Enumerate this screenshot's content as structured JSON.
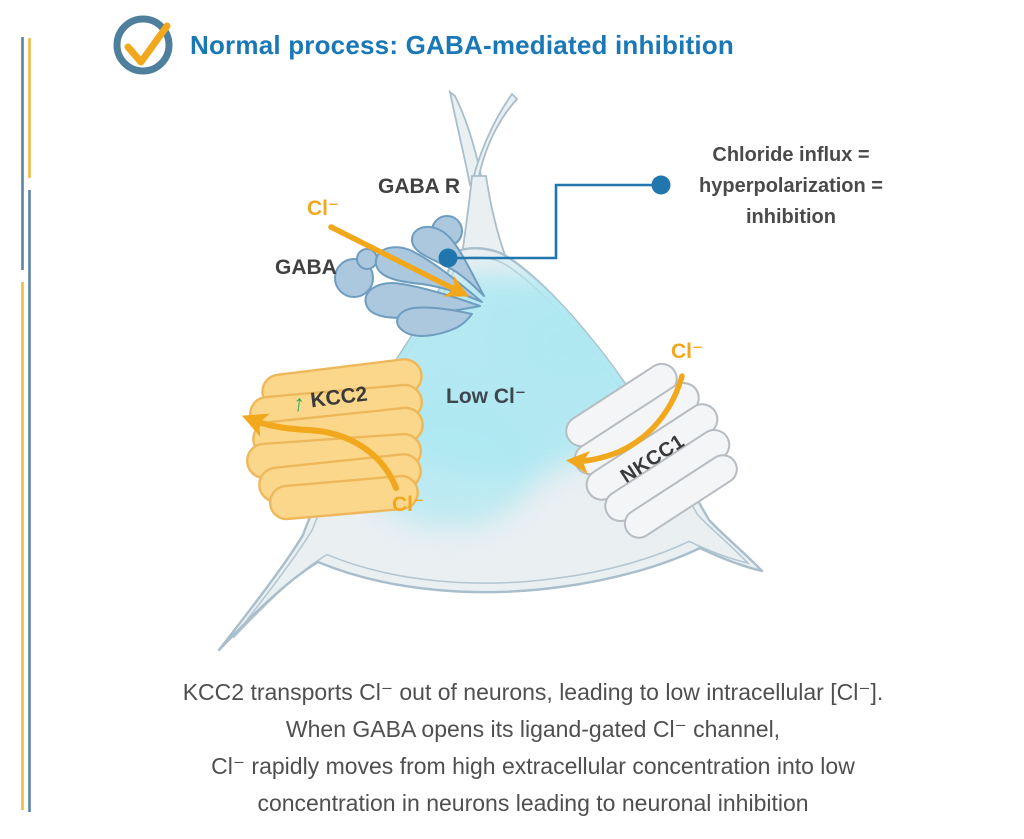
{
  "header": {
    "check_icon": "checkmark-icon",
    "title": "Normal process: GABA-mediated inhibition"
  },
  "callout": {
    "lines": [
      "Chloride influx =",
      "hyperpolarization =",
      "inhibition"
    ]
  },
  "neuron": {
    "gaba_r_label": "GABA R",
    "gaba_label": "GABA",
    "cl_top": "Cl⁻",
    "low_cl": "Low Cl⁻",
    "kcc2_up_arrow": "↑",
    "kcc2_label": "KCC2",
    "cl_kcc2": "Cl⁻",
    "nkcc1_label": "NKCC1",
    "cl_nkcc1": "Cl⁻"
  },
  "caption": {
    "lines": [
      "KCC2 transports Cl⁻ out of neurons, leading to low intracellular [Cl⁻].",
      "When GABA opens its ligand-gated Cl⁻ channel,",
      "Cl⁻ rapidly moves from high extracellular concentration into low",
      "concentration in neurons leading to neuronal inhibition"
    ]
  },
  "colors": {
    "accent_blue": "#1a78b6",
    "connector_blue": "#2176ae",
    "orange": "#f2a81d",
    "green": "#2aa84f",
    "text_dark": "#414141",
    "caption_text": "#4f4f4f",
    "membrane": "#a9becb",
    "soma_fill": "#eaeff2",
    "cyan": "#aee8f2",
    "receptor_fill": "#abc8df",
    "receptor_outline": "#6e9dc0",
    "kcc2_fill": "#fbd78c",
    "kcc2_outline": "#eeb85a",
    "nkcc1_fill": "#f4f5f6",
    "nkcc1_outline": "#b6bcc1",
    "side_line_blue": "#5d83a0",
    "side_line_yellow": "#eebb44",
    "check_ring": "#4e809e"
  }
}
